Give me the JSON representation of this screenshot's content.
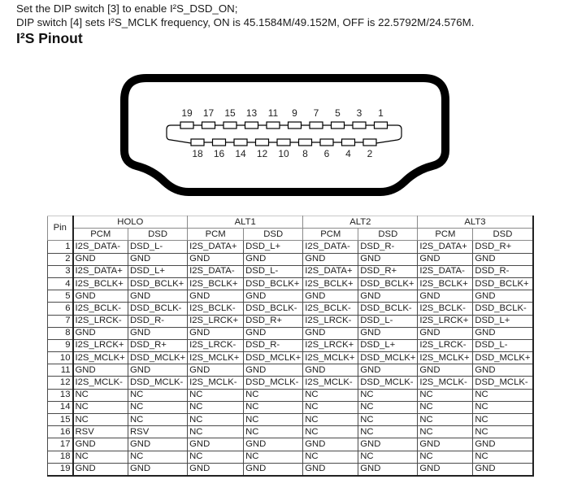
{
  "intro": {
    "line1": "Set the DIP switch [3] to enable I²S_DSD_ON;",
    "line2": "DIP switch [4] sets I²S_MCLK frequency, ON is 45.1584M/49.152M, OFF is 22.5792M/24.576M."
  },
  "section_title": "I²S Pinout",
  "connector": {
    "top_pins": [
      "19",
      "17",
      "15",
      "13",
      "11",
      "9",
      "7",
      "5",
      "3",
      "1"
    ],
    "bottom_pins": [
      "18",
      "16",
      "14",
      "12",
      "10",
      "8",
      "6",
      "4",
      "2"
    ]
  },
  "table": {
    "pin_header": "Pin",
    "groups": [
      "HOLO",
      "ALT1",
      "ALT2",
      "ALT3"
    ],
    "subheaders": [
      "PCM",
      "DSD",
      "PCM",
      "DSD",
      "PCM",
      "DSD",
      "PCM",
      "DSD"
    ],
    "rows": [
      {
        "pin": "1",
        "cells": [
          "I2S_DATA-",
          "DSD_L-",
          "I2S_DATA+",
          "DSD_L+",
          "I2S_DATA-",
          "DSD_R-",
          "I2S_DATA+",
          "DSD_R+"
        ]
      },
      {
        "pin": "2",
        "cells": [
          "GND",
          "GND",
          "GND",
          "GND",
          "GND",
          "GND",
          "GND",
          "GND"
        ]
      },
      {
        "pin": "3",
        "cells": [
          "I2S_DATA+",
          "DSD_L+",
          "I2S_DATA-",
          "DSD_L-",
          "I2S_DATA+",
          "DSD_R+",
          "I2S_DATA-",
          "DSD_R-"
        ]
      },
      {
        "pin": "4",
        "cells": [
          "I2S_BCLK+",
          "DSD_BCLK+",
          "I2S_BCLK+",
          "DSD_BCLK+",
          "I2S_BCLK+",
          "DSD_BCLK+",
          "I2S_BCLK+",
          "DSD_BCLK+"
        ]
      },
      {
        "pin": "5",
        "cells": [
          "GND",
          "GND",
          "GND",
          "GND",
          "GND",
          "GND",
          "GND",
          "GND"
        ]
      },
      {
        "pin": "6",
        "cells": [
          "I2S_BCLK-",
          "DSD_BCLK-",
          "I2S_BCLK-",
          "DSD_BCLK-",
          "I2S_BCLK-",
          "DSD_BCLK-",
          "I2S_BCLK-",
          "DSD_BCLK-"
        ]
      },
      {
        "pin": "7",
        "cells": [
          "I2S_LRCK-",
          "DSD_R-",
          "I2S_LRCK+",
          "DSD_R+",
          "I2S_LRCK-",
          "DSD_L-",
          "I2S_LRCK+",
          "DSD_L+"
        ]
      },
      {
        "pin": "8",
        "cells": [
          "GND",
          "GND",
          "GND",
          "GND",
          "GND",
          "GND",
          "GND",
          "GND"
        ]
      },
      {
        "pin": "9",
        "cells": [
          "I2S_LRCK+",
          "DSD_R+",
          "I2S_LRCK-",
          "DSD_R-",
          "I2S_LRCK+",
          "DSD_L+",
          "I2S_LRCK-",
          "DSD_L-"
        ]
      },
      {
        "pin": "10",
        "cells": [
          "I2S_MCLK+",
          "DSD_MCLK+",
          "I2S_MCLK+",
          "DSD_MCLK+",
          "I2S_MCLK+",
          "DSD_MCLK+",
          "I2S_MCLK+",
          "DSD_MCLK+"
        ]
      },
      {
        "pin": "11",
        "cells": [
          "GND",
          "GND",
          "GND",
          "GND",
          "GND",
          "GND",
          "GND",
          "GND"
        ]
      },
      {
        "pin": "12",
        "cells": [
          "I2S_MCLK-",
          "DSD_MCLK-",
          "I2S_MCLK-",
          "DSD_MCLK-",
          "I2S_MCLK-",
          "DSD_MCLK-",
          "I2S_MCLK-",
          "DSD_MCLK-"
        ]
      },
      {
        "pin": "13",
        "cells": [
          "NC",
          "NC",
          "NC",
          "NC",
          "NC",
          "NC",
          "NC",
          "NC"
        ]
      },
      {
        "pin": "14",
        "cells": [
          "NC",
          "NC",
          "NC",
          "NC",
          "NC",
          "NC",
          "NC",
          "NC"
        ]
      },
      {
        "pin": "15",
        "cells": [
          "NC",
          "NC",
          "NC",
          "NC",
          "NC",
          "NC",
          "NC",
          "NC"
        ]
      },
      {
        "pin": "16",
        "cells": [
          "RSV",
          "RSV",
          "NC",
          "NC",
          "NC",
          "NC",
          "NC",
          "NC"
        ]
      },
      {
        "pin": "17",
        "cells": [
          "GND",
          "GND",
          "GND",
          "GND",
          "GND",
          "GND",
          "GND",
          "GND"
        ]
      },
      {
        "pin": "18",
        "cells": [
          "NC",
          "NC",
          "NC",
          "NC",
          "NC",
          "NC",
          "NC",
          "NC"
        ]
      },
      {
        "pin": "19",
        "cells": [
          "GND",
          "GND",
          "GND",
          "GND",
          "GND",
          "GND",
          "GND",
          "GND"
        ]
      }
    ]
  }
}
